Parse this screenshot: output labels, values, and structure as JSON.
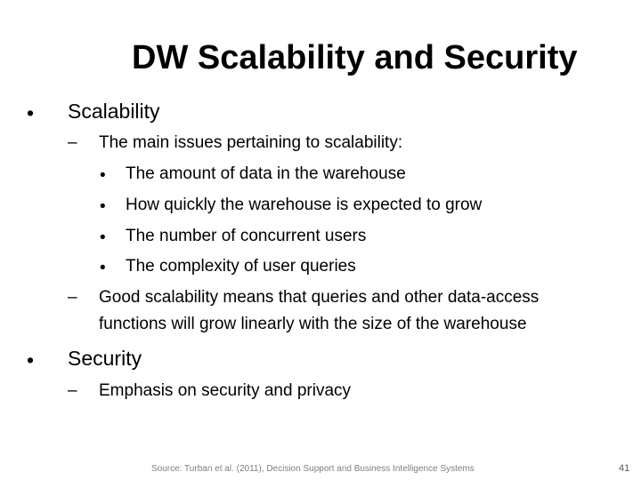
{
  "slide": {
    "title": "DW Scalability and Security",
    "bullet_l1": "•",
    "dash": "–",
    "bullet_l3": "•",
    "scalability": {
      "heading": "Scalability",
      "intro": "The main issues pertaining to scalability:",
      "issues": [
        "The amount of data in the warehouse",
        "How quickly the warehouse is expected to grow",
        "The number of concurrent users",
        "The complexity of user queries"
      ],
      "good_line1": "Good scalability means that queries and other data-access",
      "good_line2": "functions will grow linearly with the size of the warehouse"
    },
    "security": {
      "heading": "Security",
      "emphasis": "Emphasis on security and privacy"
    },
    "footer": "Source:  Turban et al. (2011), Decision Support and Business Intelligence Systems",
    "page_number": "41"
  }
}
